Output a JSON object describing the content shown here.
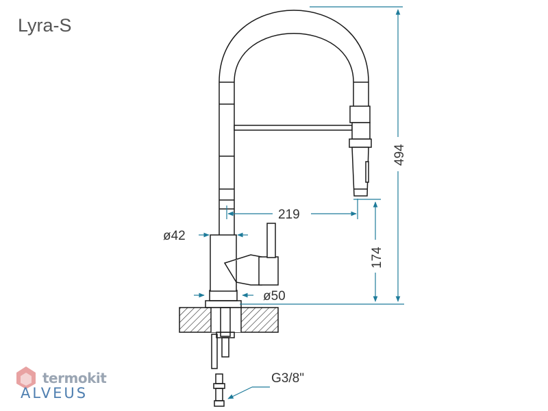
{
  "title": "Lyra-S",
  "dimensions": {
    "height_total": "494",
    "spout_reach": "219",
    "spout_height": "174",
    "base_diameter": "ø42",
    "counter_diameter": "ø50",
    "connection": "G3/8\""
  },
  "brands": {
    "watermark": "termokit",
    "logo": "ALVEUS"
  },
  "colors": {
    "dimension_line": "#1e7b9a",
    "outline": "#1a1a1a",
    "text": "#333333"
  }
}
